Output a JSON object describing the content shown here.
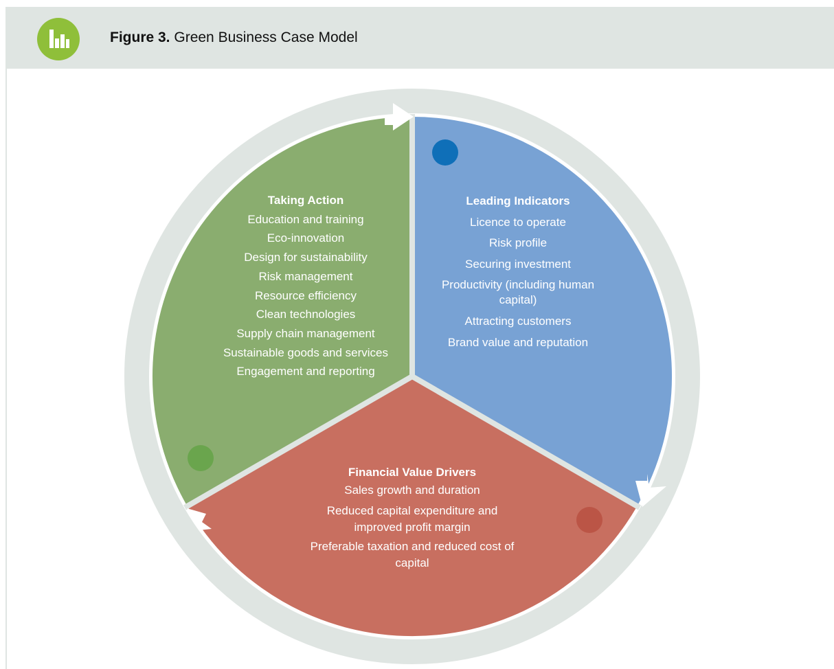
{
  "figure": {
    "number": "Figure 3.",
    "title": "Green Business Case Model",
    "badge_icon": "bar-chart-icon",
    "badge_color": "#8fbf3a"
  },
  "colors": {
    "ring": "#dfe5e2",
    "taking_action": "#8aad6f",
    "leading_indicators": "#78a2d4",
    "financial": "#c86f60",
    "dot_green": "#6aa54d",
    "dot_blue": "#0f6fb8",
    "dot_red": "#bb5546"
  },
  "segments": {
    "taking_action": {
      "heading": "Taking Action",
      "items": [
        "Education and training",
        "Eco-innovation",
        "Design for sustainability",
        "Risk management",
        "Resource efficiency",
        "Clean technologies",
        "Supply chain management",
        "Sustainable goods and services",
        "Engagement and reporting"
      ]
    },
    "leading_indicators": {
      "heading": "Leading Indicators",
      "items": [
        "Licence to operate",
        "Risk profile",
        "Securing investment",
        "Productivity (including human capital)",
        "Attracting customers",
        "Brand value and reputation"
      ]
    },
    "financial_value_drivers": {
      "heading": "Financial Value Drivers",
      "items": [
        "Sales growth and duration",
        "Reduced capital expenditure and improved profit margin",
        "Preferable taxation and reduced cost of capital"
      ]
    }
  }
}
